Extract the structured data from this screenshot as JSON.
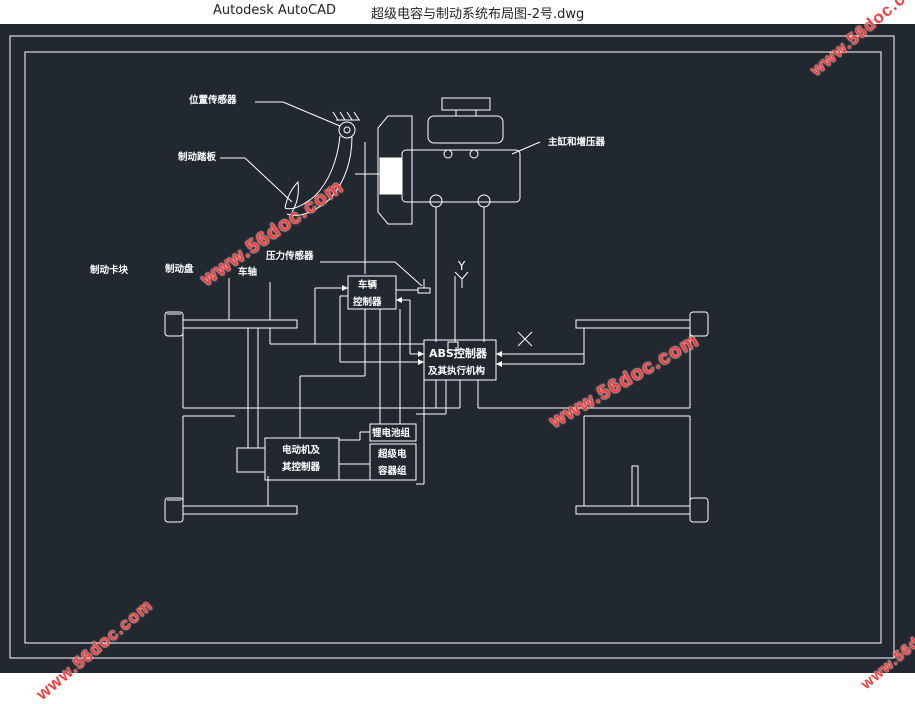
{
  "window": {
    "app_title": "Autodesk AutoCAD",
    "file_title": "超级电容与制动系统布局图-2号.dwg"
  },
  "labels": {
    "position_sensor": "位置传感器",
    "brake_pedal": "制动踏板",
    "master_cylinder": "主缸和增压器",
    "brake_caliper": "制动卡块",
    "brake_disc": "制动盘",
    "axle": "车轴",
    "pressure_sensor": "压力传感器",
    "vehicle_controller_1": "车辆",
    "vehicle_controller_2": "控制器",
    "abs_1": "ABS控制器",
    "abs_2": "及其执行机构",
    "motor_1": "电动机及",
    "motor_2": "其控制器",
    "battery": "锂电池组",
    "supercap_1": "超级电",
    "supercap_2": "容器组",
    "y_axis": "Y",
    "x_axis": "X"
  },
  "watermark": "www.56doc.com",
  "colors": {
    "canvas_bg": "#212830",
    "line": "#ffffff",
    "watermark": "#ff3b3b"
  }
}
